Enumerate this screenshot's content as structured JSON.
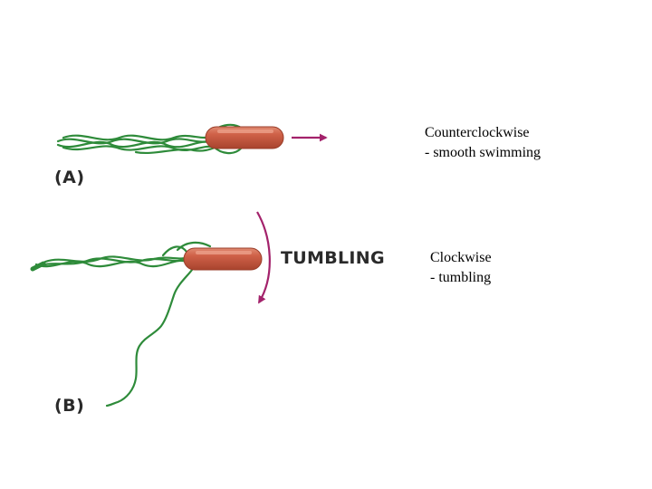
{
  "panel_a": {
    "label": "(A)",
    "caption_line1": "Counterclockwise",
    "caption_line2": "- smooth swimming"
  },
  "panel_b": {
    "label": "(B)",
    "tumbling_label": "TUMBLING",
    "caption_line1": "Clockwise",
    "caption_line2": "- tumbling"
  },
  "colors": {
    "flagella": "#2e8b3a",
    "cell_body": "#c8583f",
    "cell_highlight": "#e58f78",
    "arrow": "#a3226b"
  }
}
